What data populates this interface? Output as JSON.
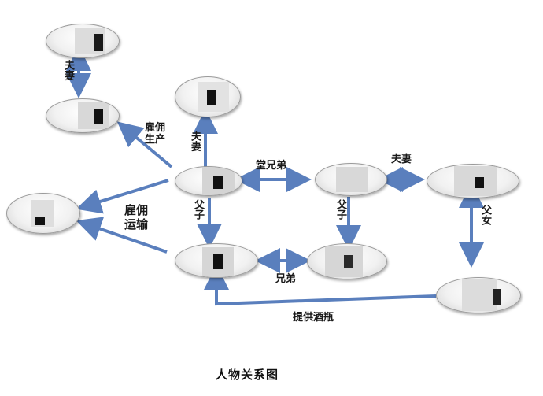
{
  "title": "人物关系图",
  "colors": {
    "arrow": "#5a7fbd",
    "arrow_edge": "#3d5f98"
  },
  "labels": {
    "couple_top": "夫妻",
    "hire_produce": "雇佣生产",
    "couple_mid": "夫妻",
    "cousins": "堂兄弟",
    "couple_right": "夫妻",
    "hire_transport": "雇佣运输",
    "father_son_left": "父子",
    "father_son_mid": "父子",
    "father_daughter": "父女",
    "brothers": "兄弟",
    "supply_wine": "提供酒瓶"
  }
}
